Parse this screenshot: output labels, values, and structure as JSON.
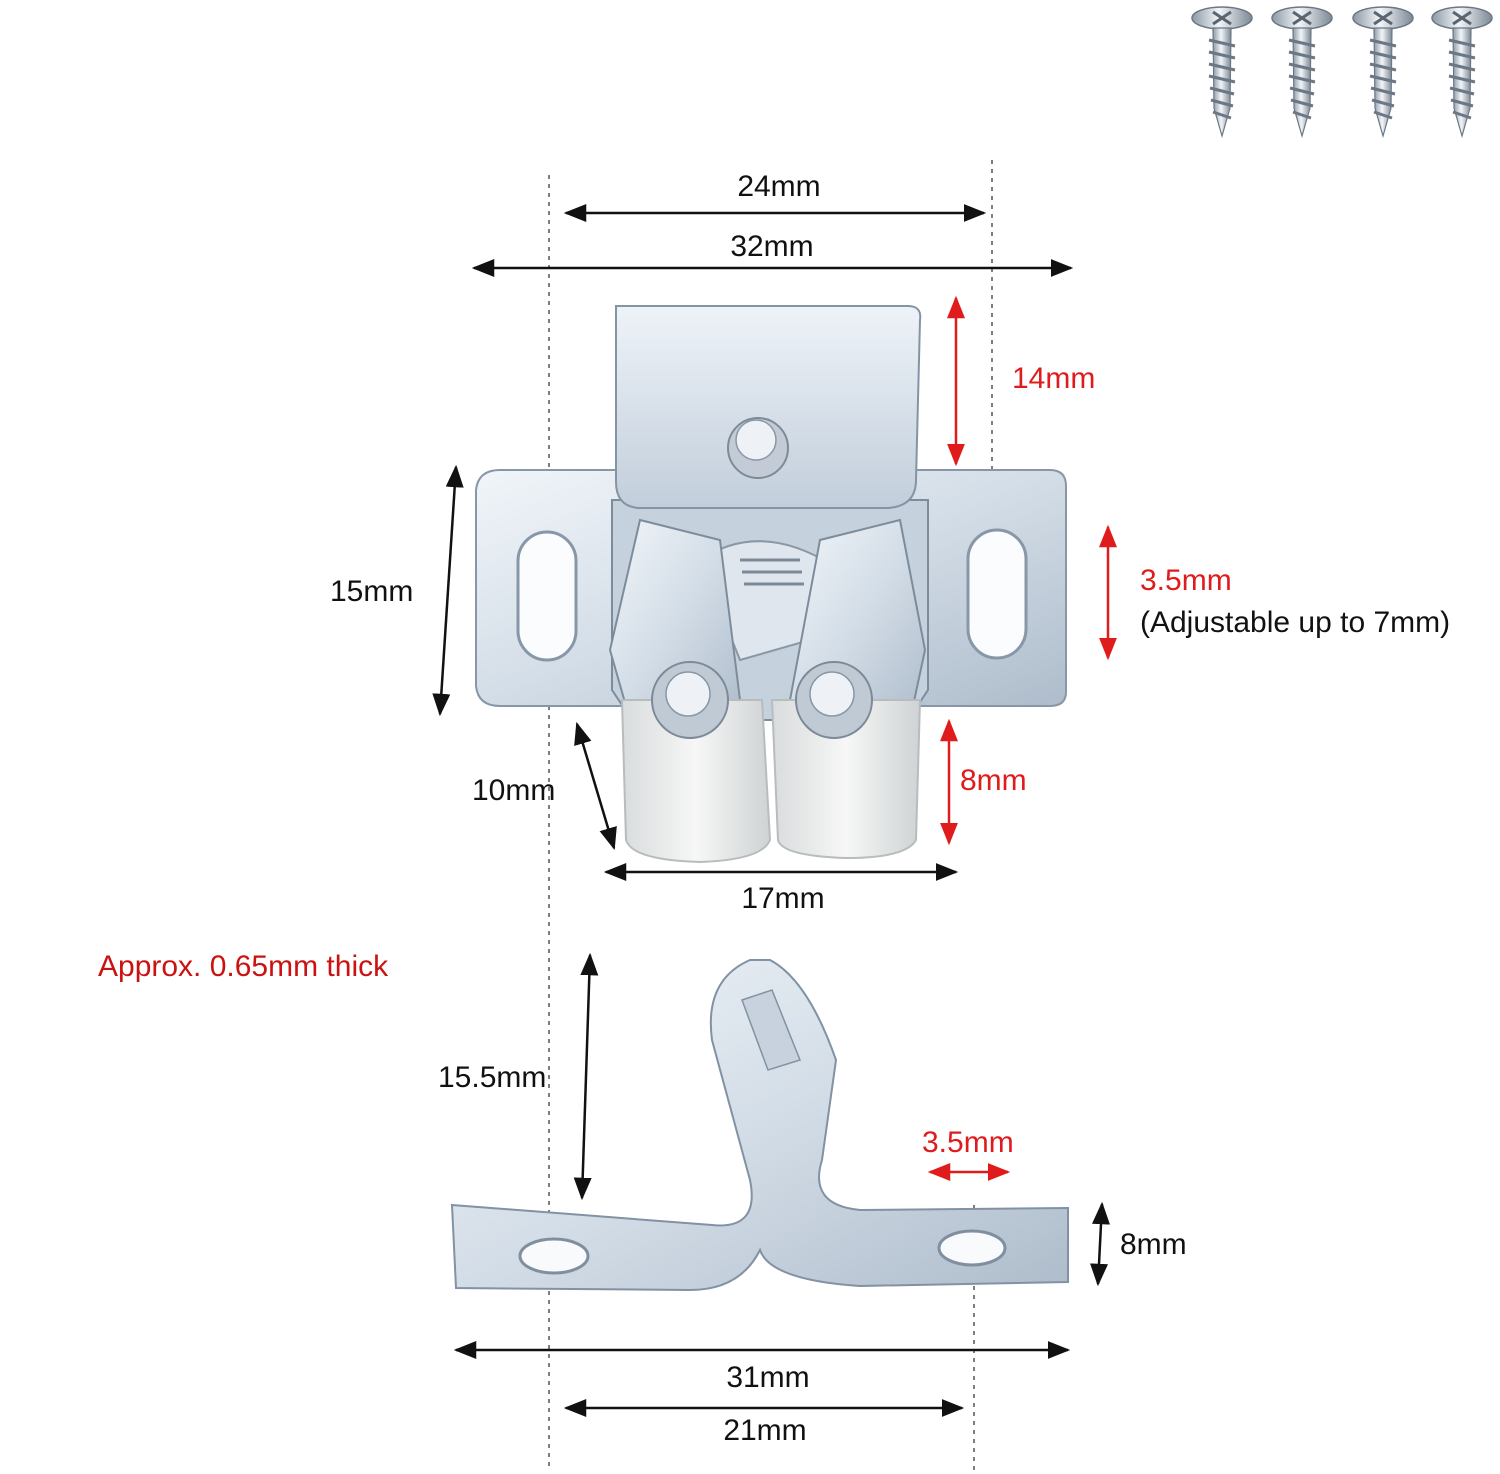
{
  "colors": {
    "dimension": "#111111",
    "highlight": "#e01b1b",
    "note": "#cc1111",
    "metal_light": "#e4ebf2",
    "metal_mid": "#b9c6d3",
    "metal_dark": "#7f8d9c",
    "roller": "#eeefee"
  },
  "icons": {
    "screw": "screw-icon"
  },
  "catch": {
    "top_width_inner": "24mm",
    "top_width_outer": "32mm",
    "housing_height": "14mm",
    "slot_adjust": "3.5mm",
    "slot_adjust_note": "(Adjustable up to 7mm)",
    "plate_height": "15mm",
    "roller_depth": "10mm",
    "roller_height": "8mm",
    "roller_width": "17mm"
  },
  "strike": {
    "thickness_note": "Approx. 0.65mm thick",
    "height": "15.5mm",
    "hole_size": "3.5mm",
    "tab_width": "8mm",
    "overall_width": "31mm",
    "hole_spacing": "21mm"
  }
}
